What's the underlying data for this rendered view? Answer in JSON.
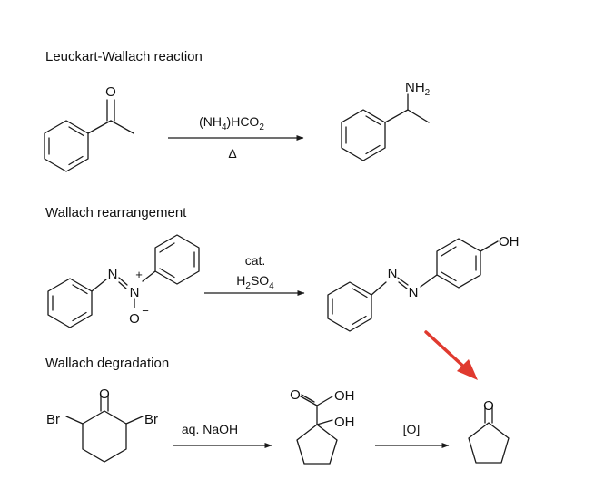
{
  "sections": {
    "leuckart": {
      "title": "Leuckart-Wallach reaction",
      "reagent_main": "(NH",
      "reagent_sub1": "4",
      "reagent_mid": ")HCO",
      "reagent_sub2": "2",
      "condition": "Δ",
      "reactant_atom_o": "O",
      "product_group_main": "NH",
      "product_group_sub": "2"
    },
    "rearrangement": {
      "title": "Wallach rearrangement",
      "catalyst": "cat.",
      "acid_h": "H",
      "acid_sub1": "2",
      "acid_so": "SO",
      "acid_sub2": "4",
      "reactant_n1": "N",
      "reactant_n2": "N",
      "reactant_plus": "+",
      "reactant_o": "O",
      "reactant_minus": "−",
      "product_n1": "N",
      "product_n2": "N",
      "product_oh": "OH"
    },
    "degradation": {
      "title": "Wallach degradation",
      "reagent": "aq. NaOH",
      "oxidant": "[O]",
      "br_left": "Br",
      "br_right": "Br",
      "ketone_o": "O",
      "acid_o": "O",
      "acid_oh": "OH",
      "alcohol_oh": "OH",
      "product_o": "O"
    }
  },
  "colors": {
    "highlight_arrow": "#e03a2f",
    "ink": "#1a1a1a"
  }
}
